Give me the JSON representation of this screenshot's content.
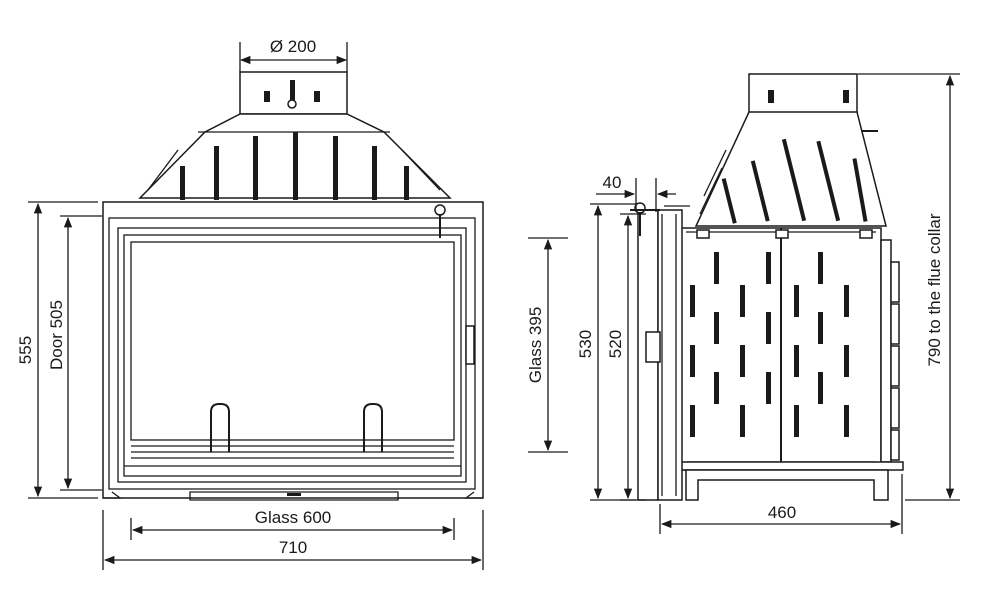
{
  "dimensions": {
    "flue_diameter": "Ø 200",
    "height_total": "555",
    "door_height": "Door 505",
    "glass_width": "Glass 600",
    "total_width": "710",
    "door_depth": "40",
    "glass_height": "Glass 395",
    "side_height": "530",
    "side_inner_height": "520",
    "depth": "460",
    "flue_collar_height": "790 to the flue collar"
  }
}
